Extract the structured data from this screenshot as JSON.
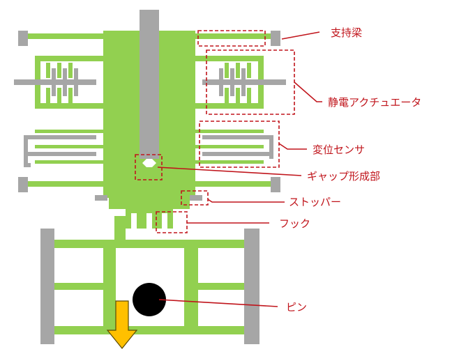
{
  "labels": {
    "support_beam": "支持梁",
    "actuator": "静電アクチュエータ",
    "sensor": "変位センサ",
    "gap": "ギャップ形成部",
    "stopper": "ストッパー",
    "hook": "フック",
    "pin": "ピン"
  },
  "colors": {
    "structure_green": "#92d050",
    "anchor_gray": "#a6a6a6",
    "callout_red": "#c0141b",
    "pin_black": "#000000",
    "arrow_orange": "#ffc000",
    "arrow_outline": "#5a4a00"
  }
}
